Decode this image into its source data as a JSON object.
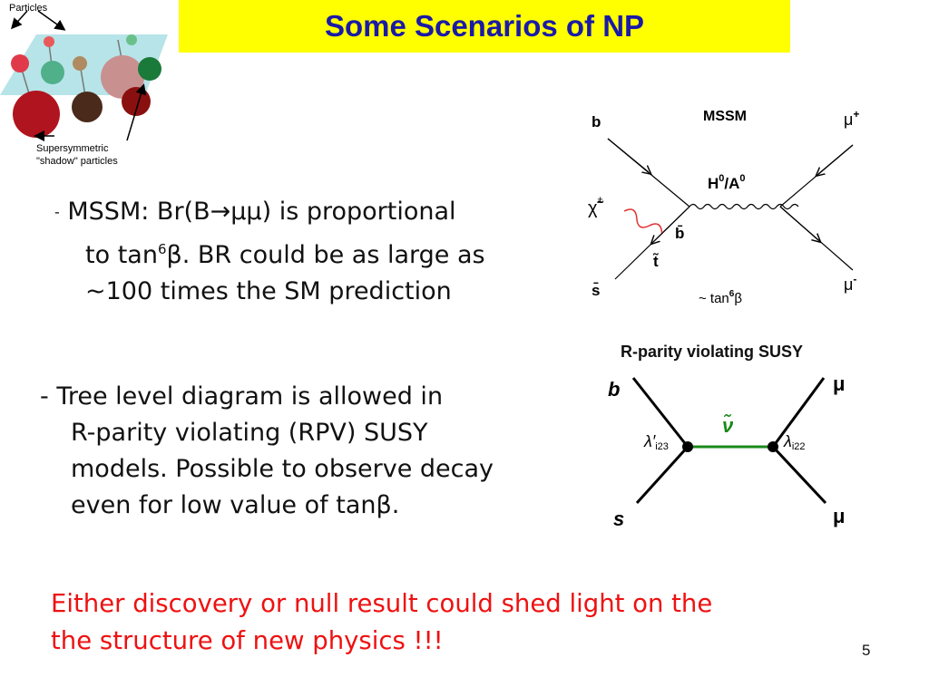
{
  "title": "Some Scenarios of NP",
  "particles_image": {
    "top_label": "Particles",
    "bottom_label_line1": "Supersymmetric",
    "bottom_label_line2": "\"shadow\" particles"
  },
  "bullet1": {
    "marker": "-",
    "line1_a": "MSSM:  Br(B",
    "arrow": "→",
    "mumu": "μμ",
    "line1_b": ") is proportional",
    "line2_a": "to tan",
    "line2_sup": "6",
    "line2_b": "β. BR could be as large as",
    "line3": "~100 times the SM prediction"
  },
  "mssm_diagram": {
    "label": "MSSM",
    "b": "b",
    "mu_plus": "μ",
    "mu_plus_sup": "+",
    "mu_minus": "μ",
    "mu_minus_sup": "-",
    "higgs": "H",
    "higgs_sup": "0",
    "higgs_sep": "/A",
    "higgs_sup2": "0",
    "chi": "χ̃",
    "chi_sup": "±",
    "bbar": "b̄",
    "stop": "t̃",
    "sbar": "s̄",
    "tan_label": "~ tan",
    "tan_sup": "6",
    "tan_beta": "β"
  },
  "rpv_diagram": {
    "title": "R-parity violating SUSY",
    "b": "b",
    "s": "s",
    "mu_top": "μ",
    "mu_bottom": "μ",
    "nu": "ν̃",
    "lambda_left": "λ′",
    "lambda_left_sub": "i23",
    "lambda_right": "λ",
    "lambda_right_sub": "i22"
  },
  "bullet2": {
    "line1": "- Tree level diagram is allowed in",
    "line2": "R-parity violating (RPV) SUSY",
    "line3": "models.  Possible to observe decay",
    "line4_a": "even for low value of tan",
    "line4_b": "β."
  },
  "conclusion": {
    "line1": "Either discovery or null result could shed light on the",
    "line2": "the structure of new physics !!!"
  },
  "page_number": "5",
  "colors": {
    "title_bg": "#ffff00",
    "title_text": "#1a1aa6",
    "conclusion_text": "#ee1111",
    "rpv_sneutrino_line": "#1a8a1a",
    "photon_wavy": "#e03030"
  }
}
